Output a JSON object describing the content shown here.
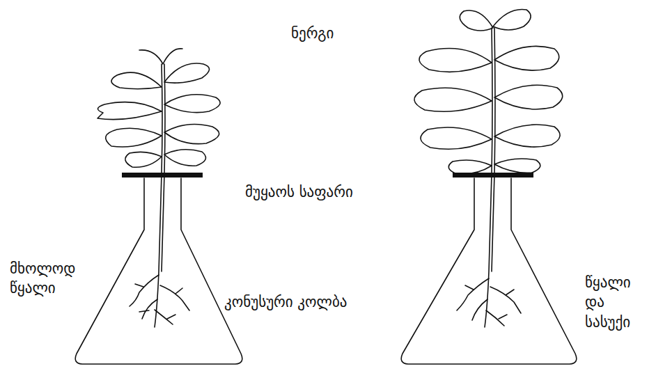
{
  "diagram": {
    "labels": [
      "ნერგი",
      "მუყაოს საფარი",
      "მხოლოდ წყალი",
      "კონუსური კოლბა",
      "წყალი და სასუქი"
    ]
  }
}
